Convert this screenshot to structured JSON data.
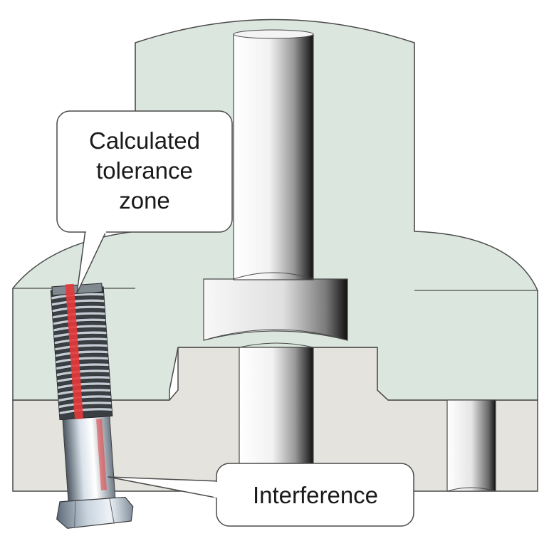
{
  "callouts": {
    "tolerance": {
      "lines": [
        "Calculated",
        "tolerance",
        "zone"
      ]
    },
    "interference": {
      "label": "Interference"
    }
  },
  "colors": {
    "upper_part": "#dbe6df",
    "lower_part": "#e4e3dd",
    "outline": "#4a4a4a",
    "tolerance_zone": "#e8383a",
    "bolt_metal": "#b9c6d3"
  }
}
